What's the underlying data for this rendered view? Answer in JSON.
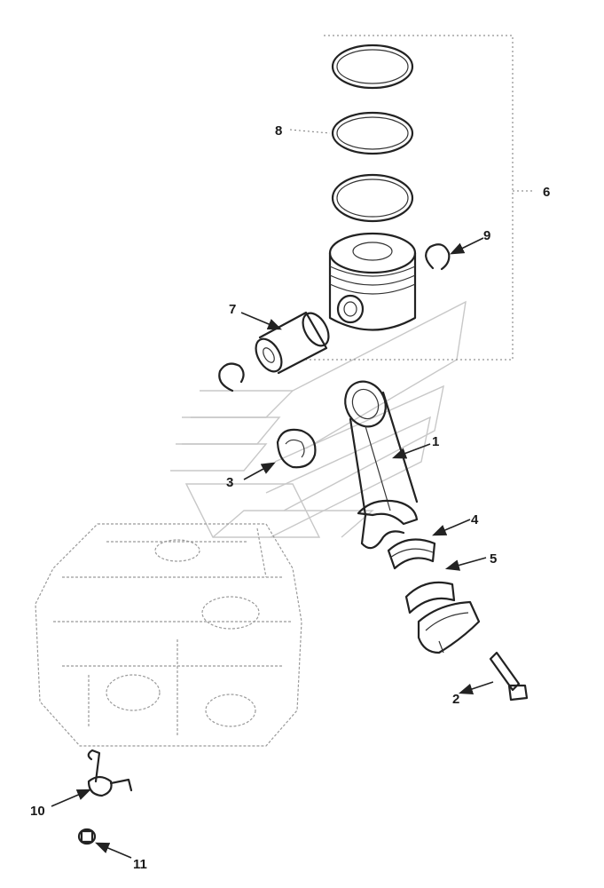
{
  "callouts": [
    {
      "key": "c1",
      "label": "1"
    },
    {
      "key": "c2",
      "label": "2"
    },
    {
      "key": "c3",
      "label": "3"
    },
    {
      "key": "c4",
      "label": "4"
    },
    {
      "key": "c5",
      "label": "5"
    },
    {
      "key": "c6",
      "label": "6"
    },
    {
      "key": "c7",
      "label": "7"
    },
    {
      "key": "c8",
      "label": "8"
    },
    {
      "key": "c9",
      "label": "9"
    },
    {
      "key": "c10",
      "label": "10"
    },
    {
      "key": "c11",
      "label": "11"
    }
  ],
  "labels": {
    "c1": "1",
    "c2": "2",
    "c3": "3",
    "c4": "4",
    "c5": "5",
    "c6": "6",
    "c7": "7",
    "c8": "8",
    "c9": "9",
    "c10": "10",
    "c11": "11"
  }
}
